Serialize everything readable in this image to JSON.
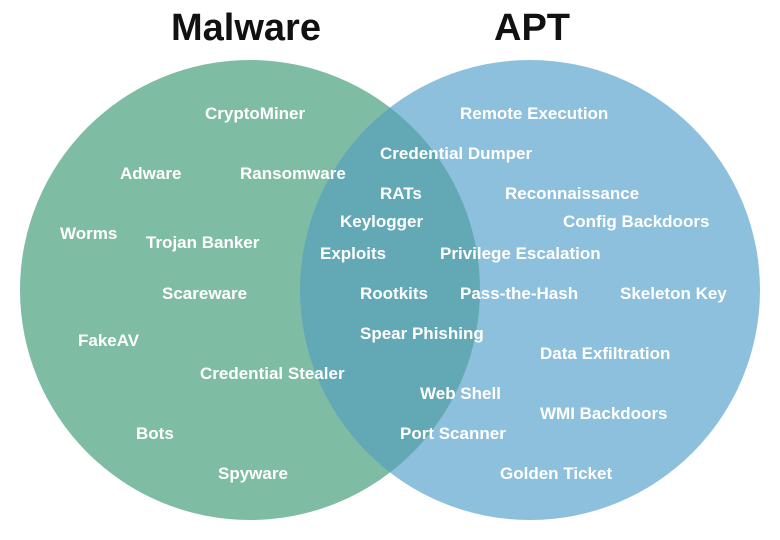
{
  "sets": {
    "malware": {
      "title": "Malware",
      "color": "#7fbca4"
    },
    "apt": {
      "title": "APT",
      "color": "#8dc0dc"
    }
  },
  "intersection_color": "#63a8b5",
  "labels": {
    "malware_only": [
      "CryptoMiner",
      "Adware",
      "Ransomware",
      "Worms",
      "Trojan Banker",
      "Scareware",
      "FakeAV",
      "Credential Stealer",
      "Bots",
      "Spyware"
    ],
    "both": [
      "Credential Dumper",
      "RATs",
      "Keylogger",
      "Exploits",
      "Rootkits",
      "Spear Phishing",
      "Web Shell",
      "Port Scanner"
    ],
    "apt_only": [
      "Remote Execution",
      "Reconnaissance",
      "Config Backdoors",
      "Privilege Escalation",
      "Pass-the-Hash",
      "Skeleton Key",
      "Data Exfiltration",
      "WMI Backdoors",
      "Golden Ticket"
    ]
  }
}
